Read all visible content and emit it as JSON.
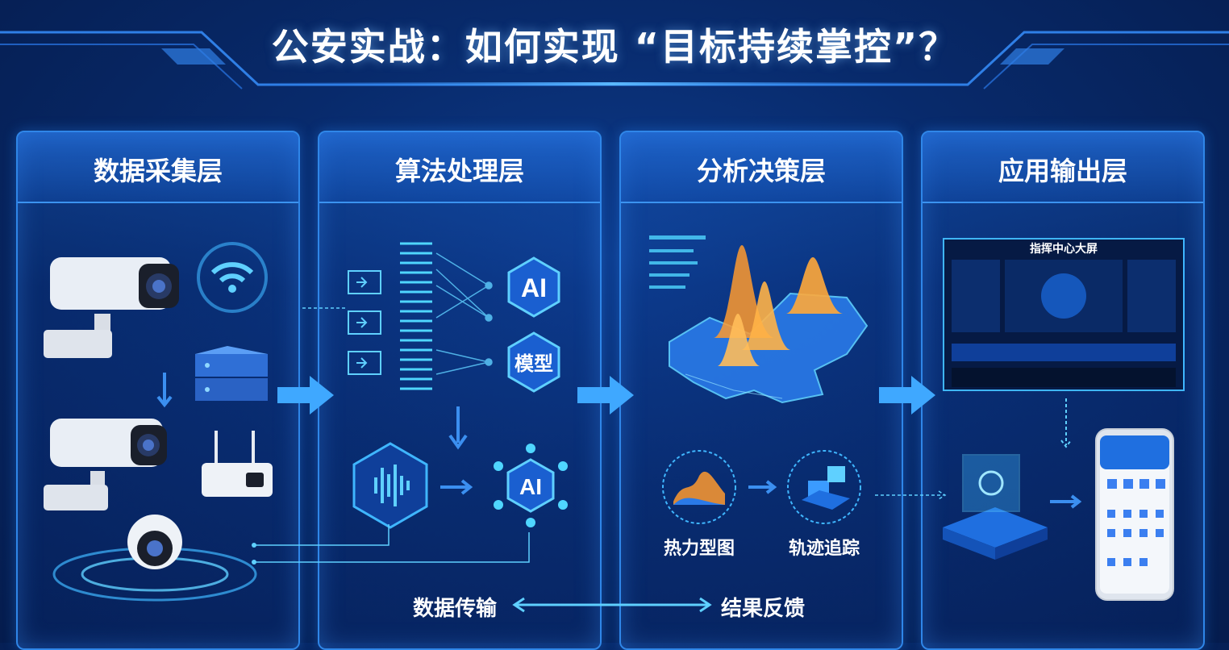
{
  "title": "公安实战：如何实现 “目标持续掌控”？",
  "layers": [
    {
      "name": "数据采集层"
    },
    {
      "name": "算法处理层"
    },
    {
      "name": "分析决策层"
    },
    {
      "name": "应用输出层"
    }
  ],
  "algorithm": {
    "ai_label": "AI",
    "model_label": "模型",
    "ai_label_2": "AI"
  },
  "analysis": {
    "heatmap_label": "热力型图",
    "tracking_label": "轨迹追踪"
  },
  "output": {
    "screen_title": "指挥中心大屏"
  },
  "bottom": {
    "data_transfer": "数据传输",
    "result_feedback": "结果反馈"
  },
  "colors": {
    "accent": "#2f86e8",
    "cyan": "#4fd6ff",
    "orange": "#ff9a2e",
    "panel_border": "#2f86e8"
  }
}
